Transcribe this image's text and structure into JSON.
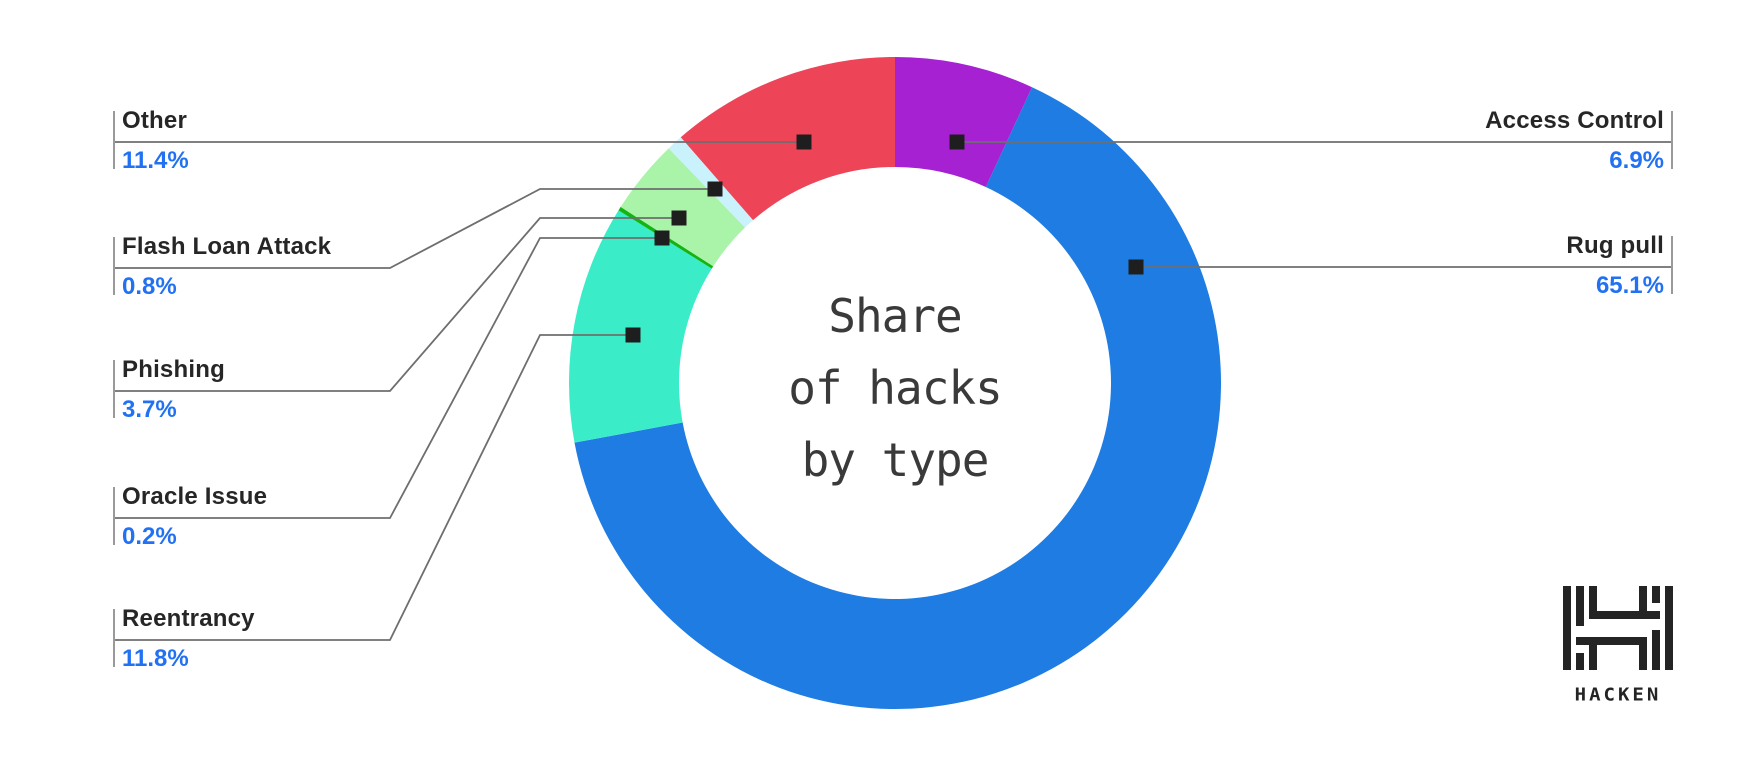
{
  "chart_data": {
    "type": "pie",
    "title": "Share of hacks by type",
    "title_lines": [
      "Share",
      "of hacks",
      "by type"
    ],
    "hole_ratio": 0.66,
    "start": "12 o'clock",
    "direction": "clockwise",
    "legend_position": "outside labels with leader lines",
    "grid": false,
    "slices": [
      {
        "id": "access-control",
        "label": "Access Control",
        "value": 6.9,
        "display": "6.9%",
        "color": "#a521d2",
        "side": "right"
      },
      {
        "id": "rug-pull",
        "label": "Rug pull",
        "value": 65.1,
        "display": "65.1%",
        "color": "#1e7ce2",
        "side": "right"
      },
      {
        "id": "reentrancy",
        "label": "Reentrancy",
        "value": 11.8,
        "display": "11.8%",
        "color": "#3aedc8",
        "side": "left"
      },
      {
        "id": "oracle-issue",
        "label": "Oracle Issue",
        "value": 0.2,
        "display": "0.2%",
        "color": "#15b415",
        "side": "left"
      },
      {
        "id": "phishing",
        "label": "Phishing",
        "value": 3.7,
        "display": "3.7%",
        "color": "#a9f4a9",
        "side": "left"
      },
      {
        "id": "flash-loan-attack",
        "label": "Flash Loan Attack",
        "value": 0.8,
        "display": "0.8%",
        "color": "#c9f2fd",
        "side": "left"
      },
      {
        "id": "other",
        "label": "Other",
        "value": 11.4,
        "display": "11.4%",
        "color": "#ee4458",
        "side": "left"
      }
    ]
  },
  "branding": {
    "logo_text": "HACKEN"
  },
  "colors": {
    "background": "#ffffff",
    "percent_text": "#2171f2",
    "label_text": "#262626",
    "title_text": "#3a3a3a",
    "leader_line": "#6e6e6e",
    "tick_line": "#9a9a9a",
    "marker": "#1e1e1e",
    "logo": "#242424"
  }
}
